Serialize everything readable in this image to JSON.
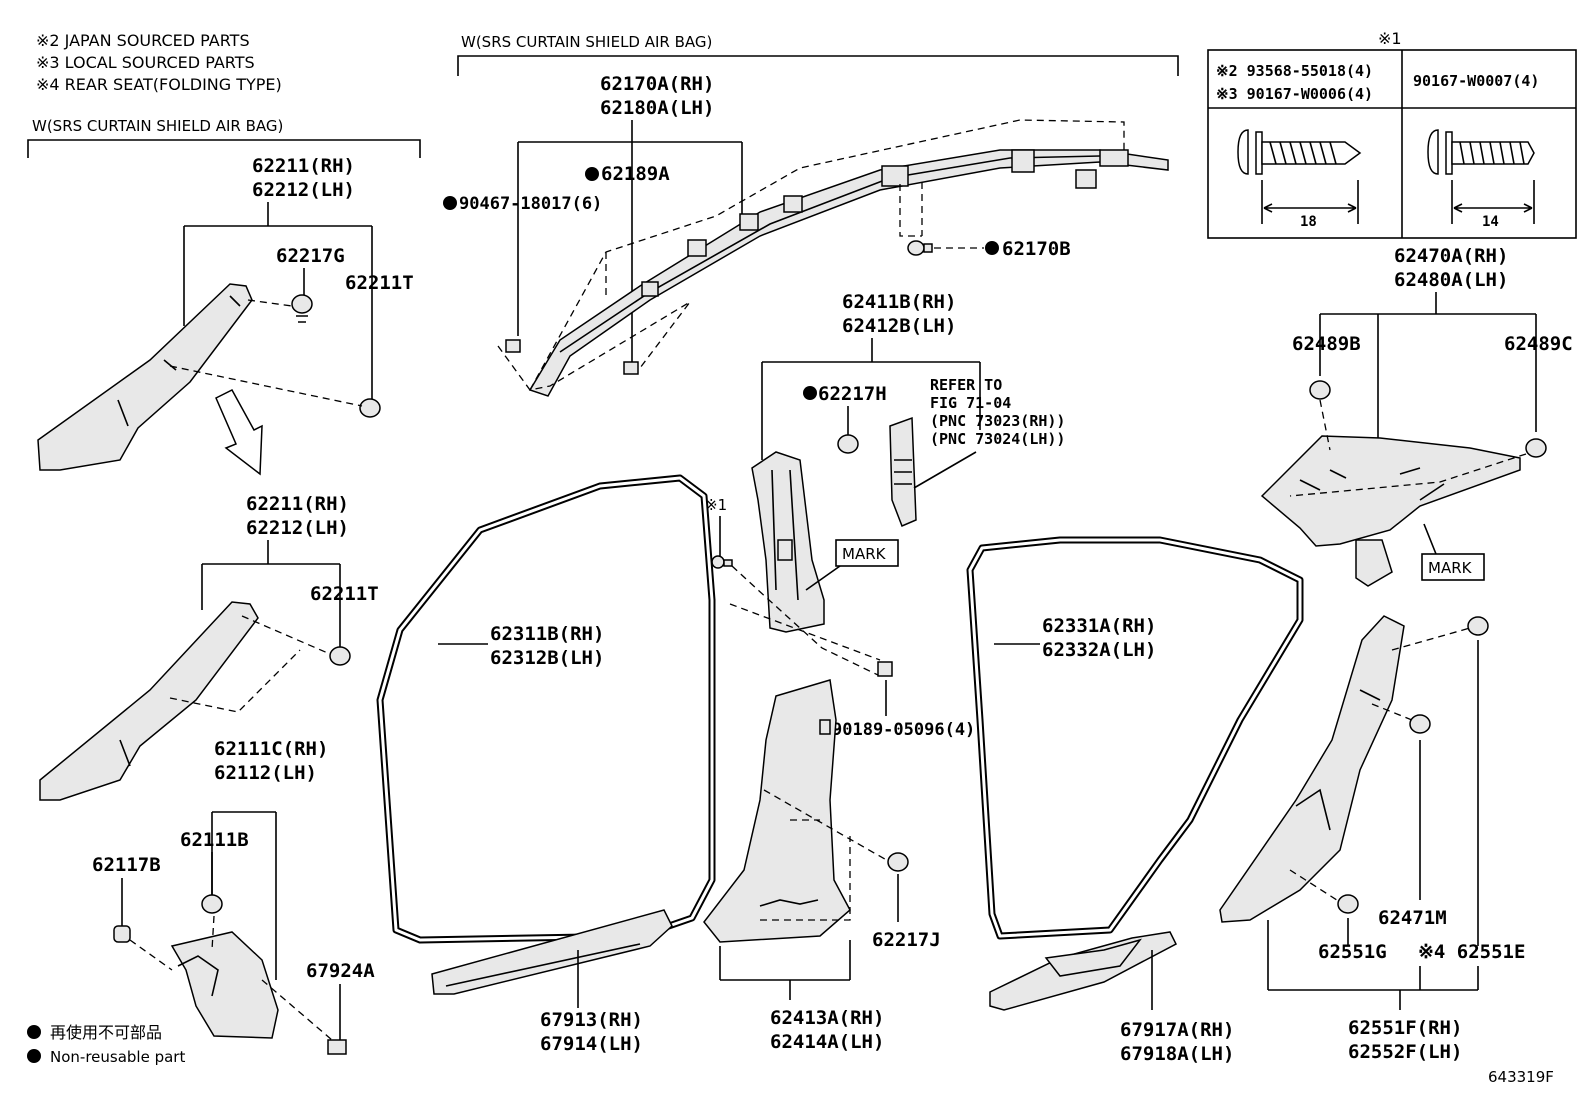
{
  "notes": {
    "n2": "※2 JAPAN SOURCED PARTS",
    "n3": "※3 LOCAL SOURCED PARTS",
    "n4": "※4 REAR SEAT(FOLDING TYPE)"
  },
  "groups": {
    "left": "W(SRS CURTAIN SHIELD AIR BAG)",
    "top": "W(SRS CURTAIN SHIELD AIR BAG)"
  },
  "inset": {
    "marker": "※1",
    "left_line1": "※2 93568-55018(4)",
    "left_line2": "※3 90167-W0006(4)",
    "right_line1": "90167-W0007(4)",
    "dim_left": "18",
    "dim_right": "14"
  },
  "labels": {
    "p62211_rh": "62211(RH)",
    "p62212_lh": "62212(LH)",
    "p62217g": "62217G",
    "p62211t_a": "62211T",
    "p62211_rh_b": "62211(RH)",
    "p62212_lh_b": "62212(LH)",
    "p62211t_b": "62211T",
    "p62111c_rh": "62111C(RH)",
    "p62112_lh": "62112(LH)",
    "p62111b": "62111B",
    "p62117b": "62117B",
    "p67924a": "67924A",
    "p62170a_rh": "62170A(RH)",
    "p62180a_lh": "62180A(LH)",
    "p62189a": "62189A",
    "p90467": "90467-18017(6)",
    "p62170b": "62170B",
    "p62411b_rh": "62411B(RH)",
    "p62412b_lh": "62412B(LH)",
    "p62217h": "62217H",
    "refer1": "REFER TO",
    "refer2": "FIG 71-04",
    "refer3": "(PNC 73023(RH))",
    "refer4": "(PNC 73024(LH))",
    "mark_a": "MARK",
    "mark_b": "MARK",
    "star1": "※1",
    "p62311b_rh": "62311B(RH)",
    "p62312b_lh": "62312B(LH)",
    "p90189": "90189-05096(4)",
    "p62331a_rh": "62331A(RH)",
    "p62332a_lh": "62332A(LH)",
    "p62470a_rh": "62470A(RH)",
    "p62480a_lh": "62480A(LH)",
    "p62489b": "62489B",
    "p62489c": "62489C",
    "p62217j": "62217J",
    "p67913_rh": "67913(RH)",
    "p67914_lh": "67914(LH)",
    "p62413a_rh": "62413A(RH)",
    "p62414a_lh": "62414A(LH)",
    "p67917a_rh": "67917A(RH)",
    "p67918a_lh": "67918A(LH)",
    "p62471m": "62471M",
    "p62551g": "62551G",
    "p62551e": "※4 62551E",
    "p62551f_rh": "62551F(RH)",
    "p62552f_lh": "62552F(LH)"
  },
  "legend": {
    "jp": "再使用不可部品",
    "en": "Non-reusable part"
  },
  "figure_id": "643319F"
}
